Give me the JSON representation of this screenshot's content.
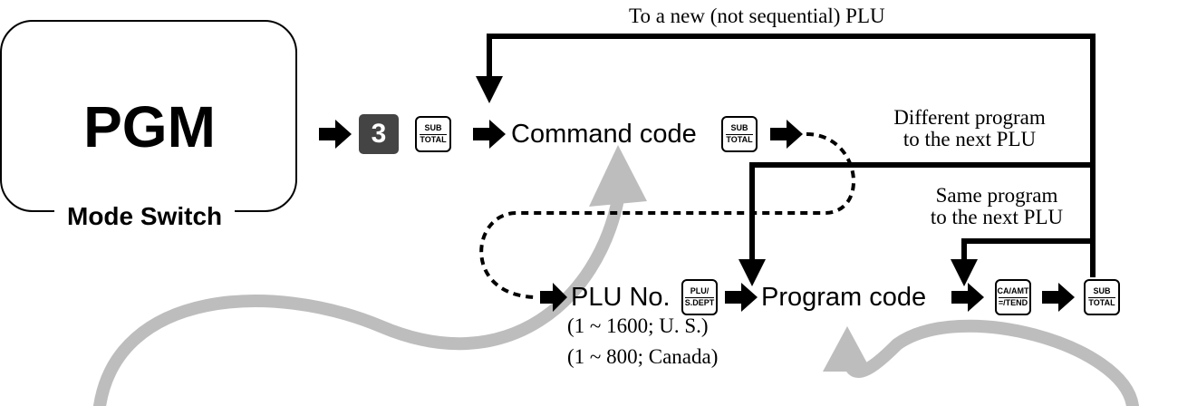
{
  "mode_switch": {
    "title": "PGM",
    "label": "Mode Switch"
  },
  "keys": {
    "number": "3",
    "subtotal_1": [
      "SUB",
      "TOTAL"
    ],
    "subtotal_2": [
      "SUB",
      "TOTAL"
    ],
    "plu_sdept": [
      "PLU/",
      "S.DEPT"
    ],
    "ca_amt_tend": [
      "CA/AMT",
      "=/TEND"
    ],
    "subtotal_3": [
      "SUB",
      "TOTAL"
    ]
  },
  "steps": {
    "command_code": "Command code",
    "plu_no": "PLU No.",
    "program_code": "Program code",
    "range_us": "(1 ~ 1600; U. S.)",
    "range_canada": "(1 ~ 800; Canada)"
  },
  "loops": {
    "new_plu": "To a new (not sequential) PLU",
    "different_line1": "Different program",
    "different_line2": "to the next PLU",
    "same_line1": "Same program",
    "same_line2": "to the next PLU"
  },
  "colors": {
    "line": "#000000",
    "callout_arrow": "#bdbdbd",
    "key_dark": "#444444"
  }
}
